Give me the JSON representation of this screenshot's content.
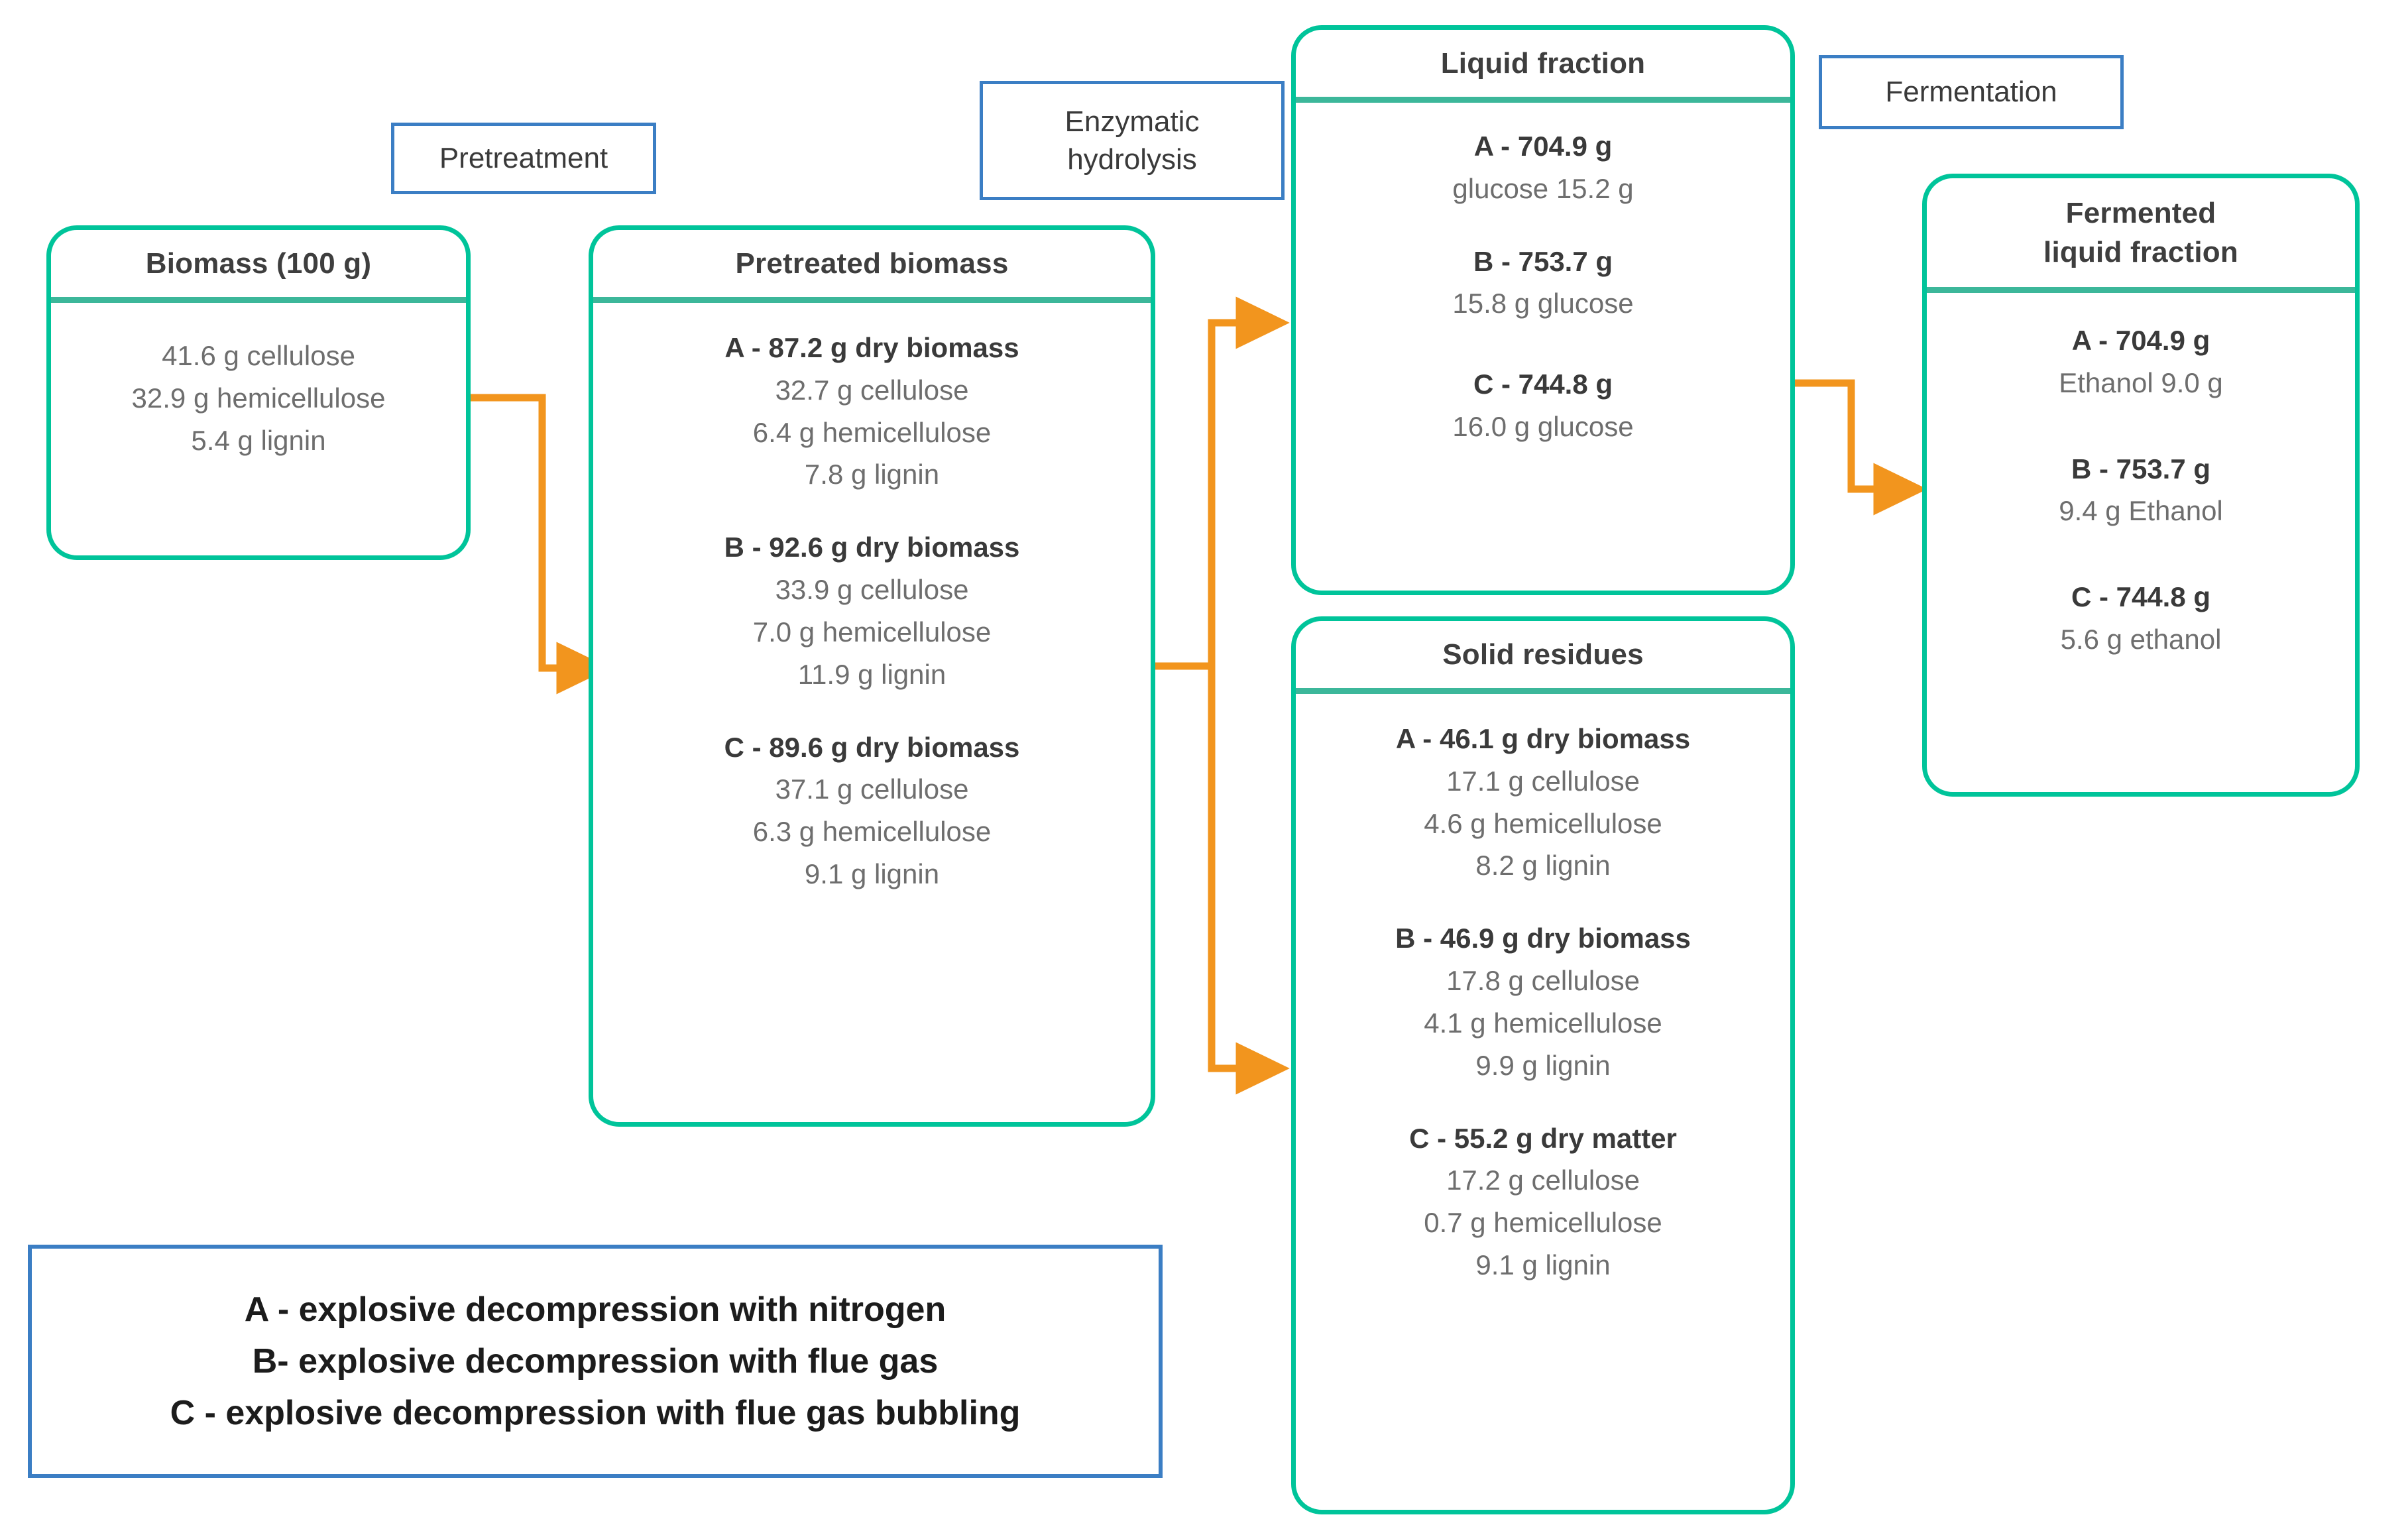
{
  "diagram": {
    "title_accent": "#00c49a",
    "process_accent": "#3b7ec4",
    "arrow_color": "#f2951e"
  },
  "process_labels": {
    "pretreatment": "Pretreatment",
    "enzymatic_hydrolysis": "Enzymatic\nhydrolysis",
    "enzymatic_hydrolysis_line1": "Enzymatic",
    "enzymatic_hydrolysis_line2": "hydrolysis",
    "fermentation": "Fermentation"
  },
  "nodes": {
    "biomass": {
      "title": "Biomass (100 g)",
      "groups": [
        {
          "lines": [
            {
              "text": "41.6 g cellulose",
              "bold": false
            },
            {
              "text": "32.9 g hemicellulose",
              "bold": false
            },
            {
              "text": "5.4 g lignin",
              "bold": false
            }
          ]
        }
      ]
    },
    "pretreated_biomass": {
      "title": "Pretreated biomass",
      "groups": [
        {
          "lines": [
            {
              "text": "A - 87.2 g dry biomass",
              "bold": true
            },
            {
              "text": "32.7 g cellulose",
              "bold": false
            },
            {
              "text": "6.4 g hemicellulose",
              "bold": false
            },
            {
              "text": "7.8 g lignin",
              "bold": false
            }
          ]
        },
        {
          "lines": [
            {
              "text": "B - 92.6 g dry biomass",
              "bold": true
            },
            {
              "text": "33.9 g cellulose",
              "bold": false
            },
            {
              "text": "7.0 g hemicellulose",
              "bold": false
            },
            {
              "text": "11.9 g lignin",
              "bold": false
            }
          ]
        },
        {
          "lines": [
            {
              "text": "C - 89.6 g dry biomass",
              "bold": true
            },
            {
              "text": "37.1 g  cellulose",
              "bold": false
            },
            {
              "text": "6.3 g hemicellulose",
              "bold": false
            },
            {
              "text": "9.1 g lignin",
              "bold": false
            }
          ]
        }
      ]
    },
    "liquid_fraction": {
      "title": "Liquid fraction",
      "groups": [
        {
          "lines": [
            {
              "text": "A - 704.9 g",
              "bold": true
            },
            {
              "text": "glucose 15.2 g",
              "bold": false
            }
          ]
        },
        {
          "lines": [
            {
              "text": "B - 753.7 g",
              "bold": true
            },
            {
              "text": "15.8 g glucose",
              "bold": false
            }
          ]
        },
        {
          "lines": [
            {
              "text": "C - 744.8 g",
              "bold": true
            },
            {
              "text": "16.0 g glucose",
              "bold": false
            }
          ]
        }
      ]
    },
    "solid_residues": {
      "title": "Solid residues",
      "groups": [
        {
          "lines": [
            {
              "text": "A - 46.1 g dry biomass",
              "bold": true
            },
            {
              "text": "17.1 g cellulose",
              "bold": false
            },
            {
              "text": "4.6 g hemicellulose",
              "bold": false
            },
            {
              "text": "8.2 g lignin",
              "bold": false
            }
          ]
        },
        {
          "lines": [
            {
              "text": "B - 46.9 g dry biomass",
              "bold": true
            },
            {
              "text": "17.8 g cellulose",
              "bold": false
            },
            {
              "text": "4.1 g hemicellulose",
              "bold": false
            },
            {
              "text": "9.9 g lignin",
              "bold": false
            }
          ]
        },
        {
          "lines": [
            {
              "text": "C - 55.2 g dry matter",
              "bold": true
            },
            {
              "text": "17.2 g cellulose",
              "bold": false
            },
            {
              "text": "0.7 g hemicellulose",
              "bold": false
            },
            {
              "text": "9.1 g lignin",
              "bold": false
            }
          ]
        }
      ]
    },
    "fermented_liquid_fraction": {
      "title_line1": "Fermented",
      "title_line2": "liquid fraction",
      "groups": [
        {
          "lines": [
            {
              "text": "A - 704.9 g",
              "bold": true
            },
            {
              "text": "Ethanol 9.0 g",
              "bold": false
            }
          ]
        },
        {
          "lines": [
            {
              "text": "B - 753.7 g",
              "bold": true
            },
            {
              "text": "9.4 g Ethanol",
              "bold": false
            }
          ]
        },
        {
          "lines": [
            {
              "text": "C - 744.8 g",
              "bold": true
            },
            {
              "text": "5.6 g ethanol",
              "bold": false
            }
          ]
        }
      ]
    }
  },
  "legend": {
    "rows": [
      "A - explosive decompression with nitrogen",
      "B- explosive decompression with flue gas",
      "C - explosive decompression with flue gas bubbling"
    ]
  }
}
